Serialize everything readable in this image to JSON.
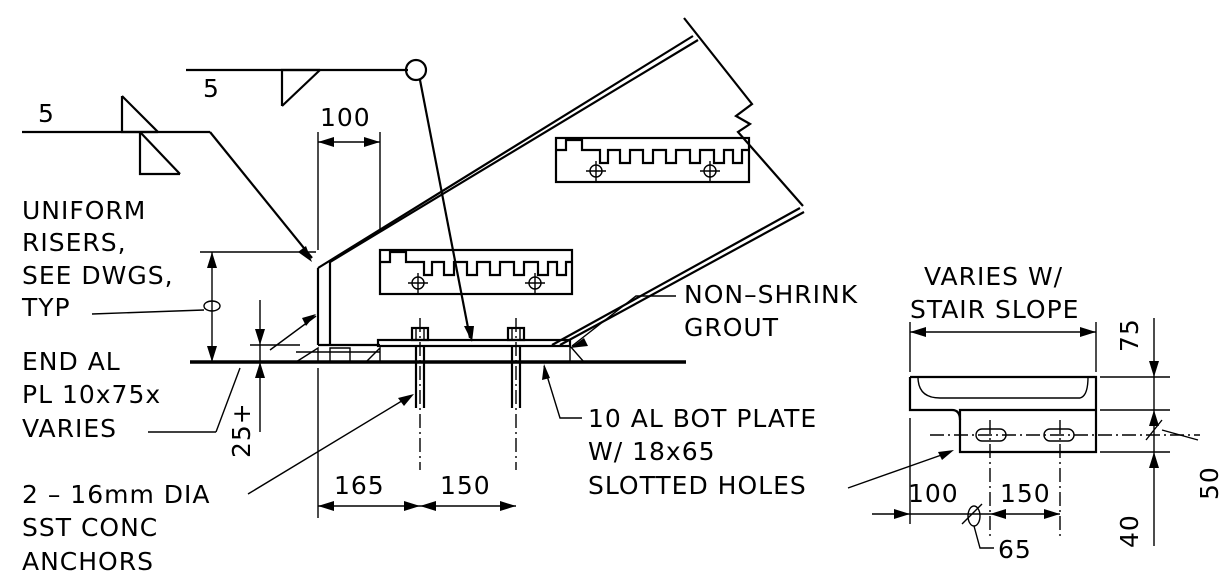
{
  "weld_symbols": {
    "left_size": "5",
    "top_size": "5"
  },
  "dimensions": {
    "top_width": "100",
    "left_spacing": "165",
    "right_spacing": "150",
    "grout_depth": "25+",
    "detail_height_top": "75",
    "detail_slot_spacing_left": "100",
    "detail_slot_spacing_right": "150",
    "detail_slot_width": "65",
    "detail_offset": "50",
    "detail_height_bottom": "40"
  },
  "notes": {
    "risers": [
      "UNIFORM",
      "RISERS,",
      "SEE DWGS,",
      "TYP"
    ],
    "end_plate": [
      "END AL",
      "PL 10x75x",
      "VARIES"
    ],
    "anchors": [
      "2 – 16mm DIA",
      "SST CONC",
      "ANCHORS"
    ],
    "grout": [
      "NON–SHRINK",
      "GROUT"
    ],
    "bot_plate": [
      "10 AL BOT PLATE",
      "W/ 18x65",
      "SLOTTED HOLES"
    ],
    "detail_title": [
      "VARIES W/",
      "STAIR SLOPE"
    ]
  }
}
